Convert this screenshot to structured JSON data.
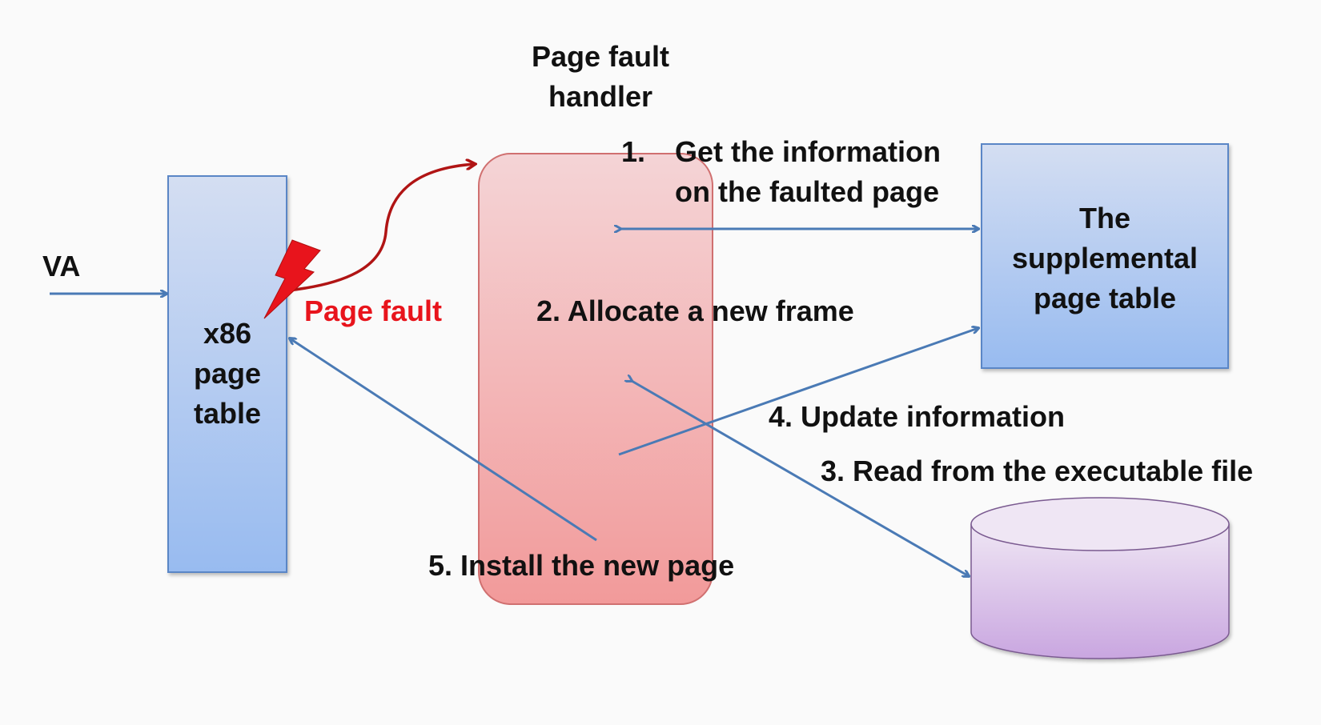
{
  "handler": {
    "title_line1": "Page fault",
    "title_line2": "handler",
    "color_top": "#f4d4d6",
    "color_bottom": "#f29a9a"
  },
  "input": {
    "label": "VA"
  },
  "x86_table": {
    "line1": "x86",
    "line2": "page",
    "line3": "table"
  },
  "fault": {
    "label": "Page fault",
    "color": "#e8141c"
  },
  "supplemental": {
    "line1": "The",
    "line2": "supplemental",
    "line3": "page table"
  },
  "steps": {
    "s1_num": "1.",
    "s1_line1": "Get the information",
    "s1_line2": "on the faulted page",
    "s2": "2. Allocate a new frame",
    "s3": "3. Read from the executable file",
    "s4": "4. Update information",
    "s5": "5. Install the new page"
  },
  "colors": {
    "arrow": "#4a7ab5",
    "box_border": "#5a86c6",
    "box_top": "#d4def2",
    "box_bottom": "#98bbf0",
    "disk_top": "#efe6f4",
    "disk_bottom": "#c9a6e0",
    "curve": "#b01414"
  }
}
